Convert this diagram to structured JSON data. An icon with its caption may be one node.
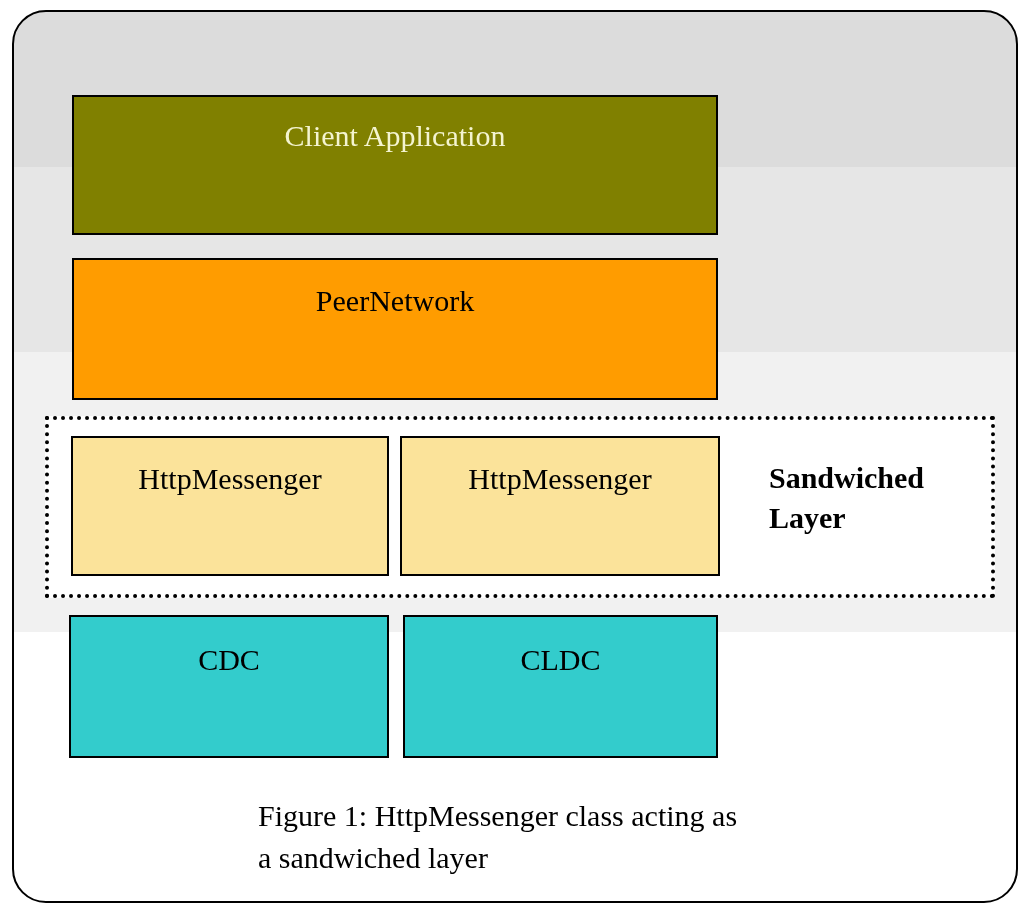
{
  "diagram": {
    "caption": "Figure 1: HttpMessenger class acting as a sandwiched layer",
    "nodes": [
      {
        "text": [
          "Client Application"
        ]
      },
      {
        "text": [
          "PeerNetwork"
        ]
      },
      {
        "text": [
          "Sandwiched Layer"
        ]
      },
      {
        "text": [
          "HttpMessenger"
        ],
        "in": 2
      },
      {
        "text": [
          "HttpMessenger"
        ],
        "in": 2
      },
      {
        "text": [
          "CDC"
        ]
      },
      {
        "text": [
          "CLDC"
        ]
      }
    ],
    "edges": []
  }
}
